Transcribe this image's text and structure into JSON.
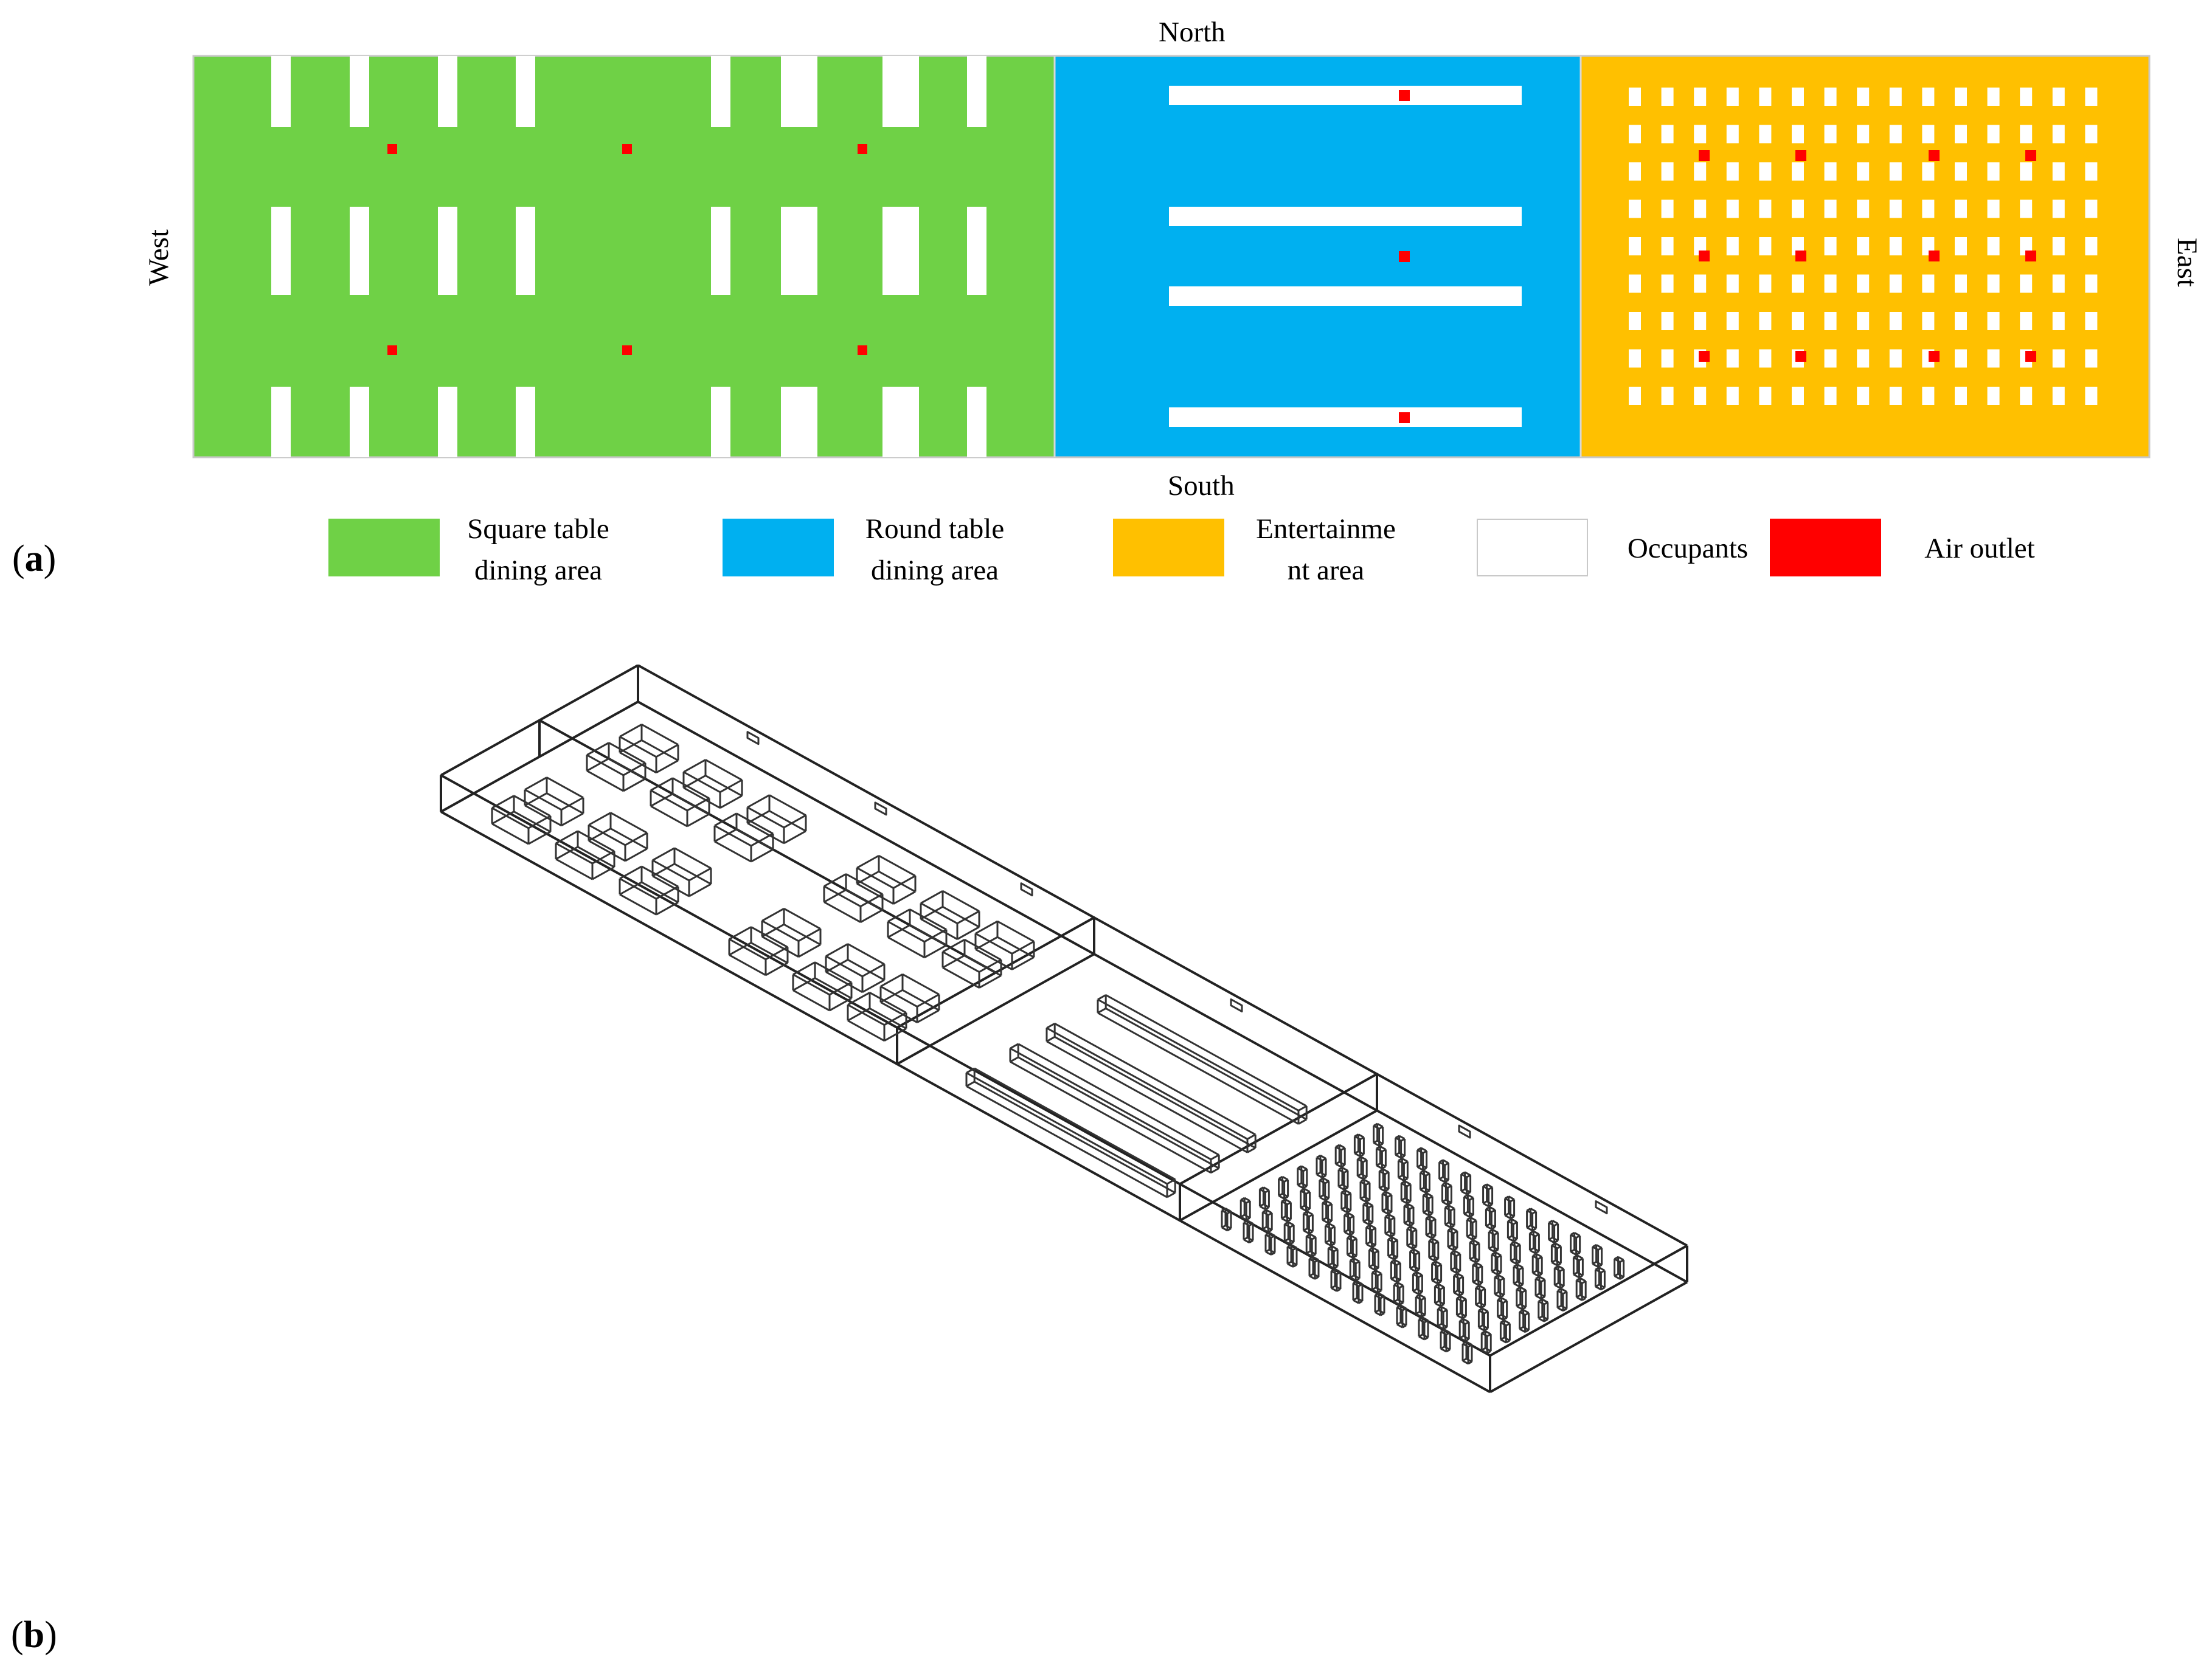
{
  "panel_a": {
    "label": "a",
    "compass": {
      "north": "North",
      "south": "South",
      "west": "West",
      "east": "East"
    },
    "colors": {
      "square_table_area": "#6fd146",
      "round_table_area": "#00b0f0",
      "entertainment_area": "#ffc000",
      "occupants": "#ffffff",
      "air_outlet": "#ff0000"
    },
    "legend": [
      {
        "lines": [
          "Square table",
          "dining area"
        ],
        "color": "#6fd146"
      },
      {
        "lines": [
          "Round table",
          "dining area"
        ],
        "color": "#00b0f0"
      },
      {
        "lines": [
          "Entertainme",
          "nt area"
        ],
        "color": "#ffc000"
      },
      {
        "lines": [
          "Occupants"
        ],
        "color": "#ffffff"
      },
      {
        "lines": [
          "Air outlet"
        ],
        "color": "#ff0000"
      }
    ]
  },
  "panel_b": {
    "label": "b"
  }
}
